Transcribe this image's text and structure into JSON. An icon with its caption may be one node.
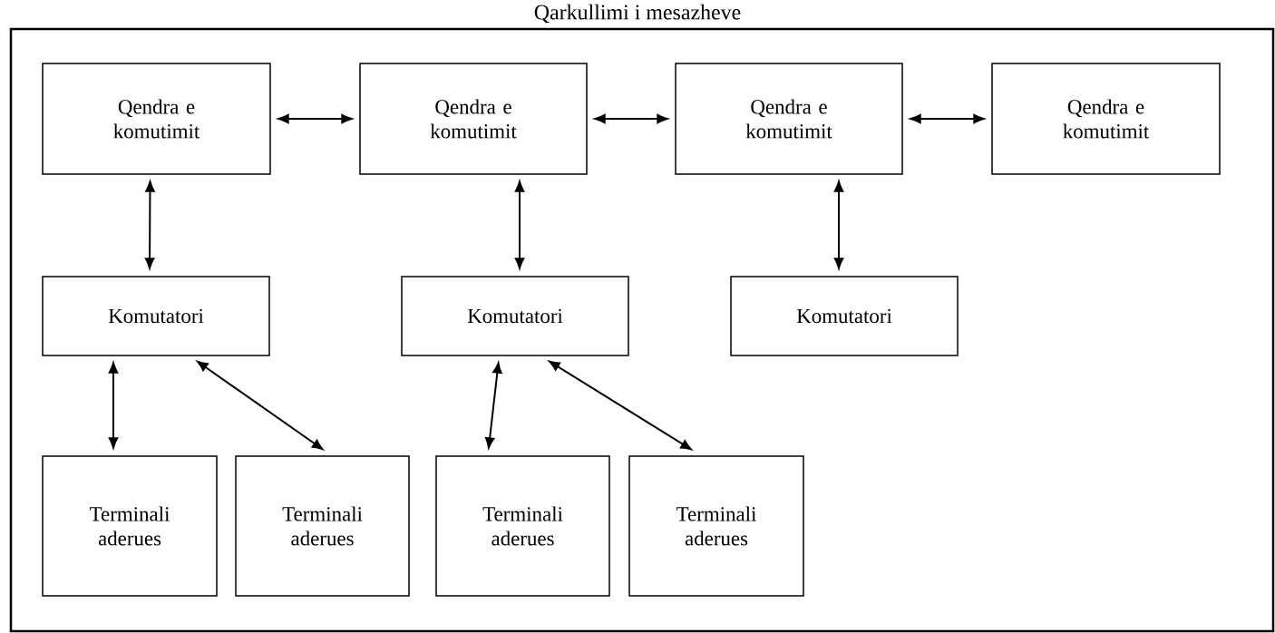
{
  "diagram": {
    "title": "Qarkullimi i mesazheve",
    "nodes": [
      {
        "text": [
          "Qendra e komutimit"
        ]
      },
      {
        "text": [
          "Qendra e komutimit"
        ]
      },
      {
        "text": [
          "Qendra e komutimit"
        ]
      },
      {
        "text": [
          "Qendra e komutimit"
        ]
      },
      {
        "text": [
          "Komutatori"
        ]
      },
      {
        "text": [
          "Komutatori"
        ]
      },
      {
        "text": [
          "Komutatori"
        ]
      },
      {
        "text": [
          "Terminali aderues"
        ]
      },
      {
        "text": [
          "Terminali aderues"
        ]
      },
      {
        "text": [
          "Terminali aderues"
        ]
      },
      {
        "text": [
          "Terminali aderues"
        ]
      }
    ],
    "edges": [
      {
        "from": 0,
        "to": 1,
        "arrow": "both"
      },
      {
        "from": 1,
        "to": 2,
        "arrow": "both"
      },
      {
        "from": 2,
        "to": 3,
        "arrow": "both"
      },
      {
        "from": 0,
        "to": 4,
        "arrow": "both"
      },
      {
        "from": 1,
        "to": 5,
        "arrow": "both"
      },
      {
        "from": 2,
        "to": 6,
        "arrow": "both"
      },
      {
        "from": 4,
        "to": 7,
        "arrow": "both"
      },
      {
        "from": 4,
        "to": 8,
        "arrow": "both"
      },
      {
        "from": 5,
        "to": 9,
        "arrow": "both"
      },
      {
        "from": 5,
        "to": 10,
        "arrow": "both"
      }
    ]
  }
}
